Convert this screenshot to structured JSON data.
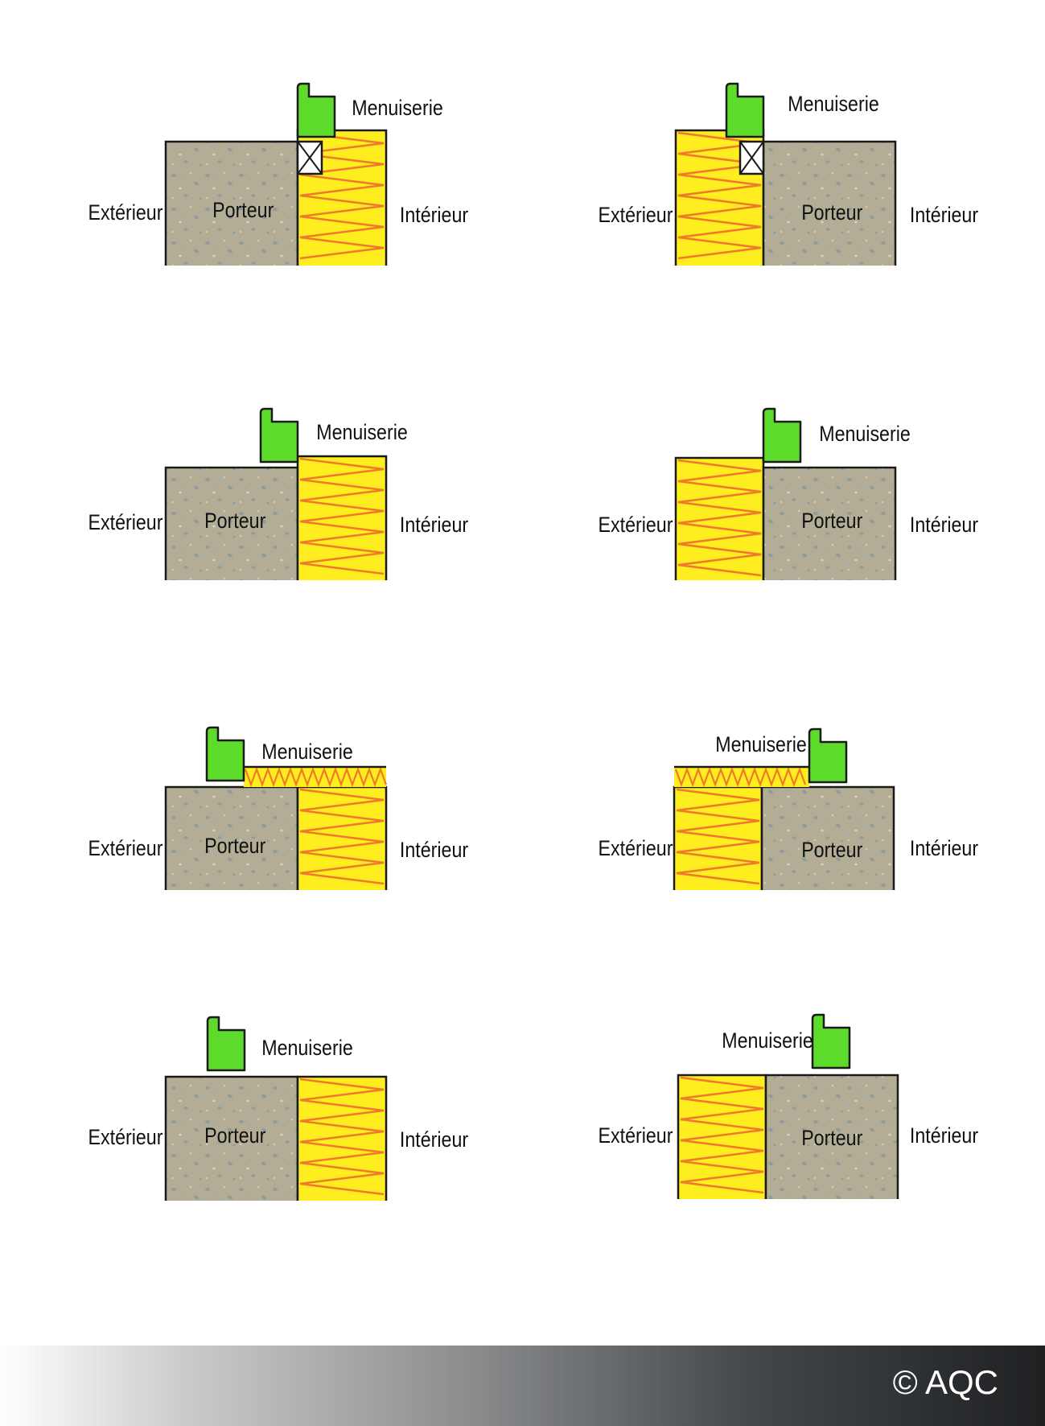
{
  "labels": {
    "menuiserie": "Menuiserie",
    "exterieur": "Extérieur",
    "porteur": "Porteur",
    "interieur": "Intérieur"
  },
  "footer": {
    "copyright": "© AQC"
  },
  "colors": {
    "concrete": "#b3ad96",
    "insulation": "#ffee1f",
    "insulation_zigzag": "#f07a2c",
    "frame": "#5ddb2a",
    "outline": "#1a1a1a"
  },
  "panels": [
    {
      "id": "isolation-interieure-menuiserie-sur-tasseau"
    },
    {
      "id": "isolation-exterieure-menuiserie-sur-tasseau"
    },
    {
      "id": "isolation-interieure-menuiserie-sur-porteur"
    },
    {
      "id": "isolation-exterieure-menuiserie-sur-porteur"
    },
    {
      "id": "isolation-interieure-retour-isolant"
    },
    {
      "id": "isolation-exterieure-retour-isolant"
    },
    {
      "id": "isolation-interieure-menuiserie-en-tableau"
    },
    {
      "id": "isolation-exterieure-menuiserie-en-tableau"
    }
  ]
}
